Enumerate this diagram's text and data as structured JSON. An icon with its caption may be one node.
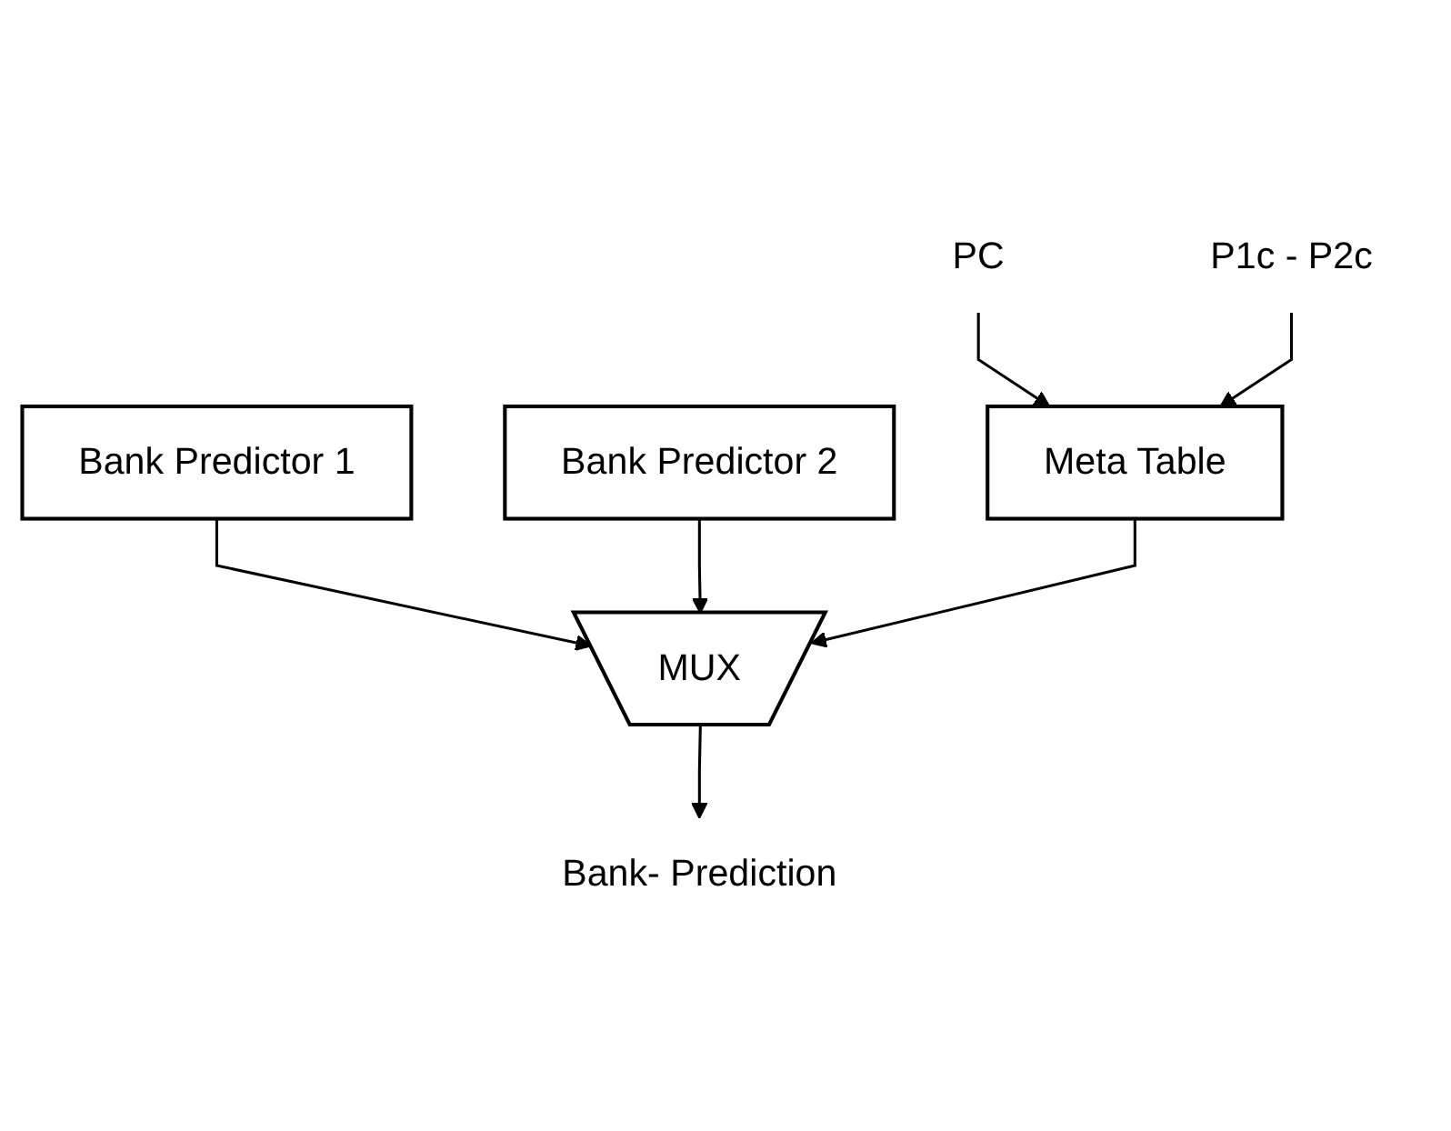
{
  "diagram": {
    "nodes": [
      {
        "text": [
          "PC"
        ]
      },
      {
        "text": [
          "P1c - P2c"
        ]
      },
      {
        "text": [
          "Meta Table"
        ]
      },
      {
        "text": [
          "Bank Predictor 1"
        ]
      },
      {
        "text": [
          "Bank Predictor 2"
        ]
      },
      {
        "text": [
          "MUX"
        ]
      },
      {
        "text": [
          "Bank- Prediction"
        ]
      }
    ],
    "edges": [
      {
        "from": 0,
        "to": 2,
        "arrow": "to"
      },
      {
        "from": 1,
        "to": 2,
        "arrow": "to"
      },
      {
        "from": 3,
        "to": 5,
        "arrow": "to"
      },
      {
        "from": 4,
        "to": 5,
        "arrow": "to"
      },
      {
        "from": 2,
        "to": 5,
        "arrow": "to"
      },
      {
        "from": 5,
        "to": 6,
        "arrow": "to"
      }
    ]
  }
}
